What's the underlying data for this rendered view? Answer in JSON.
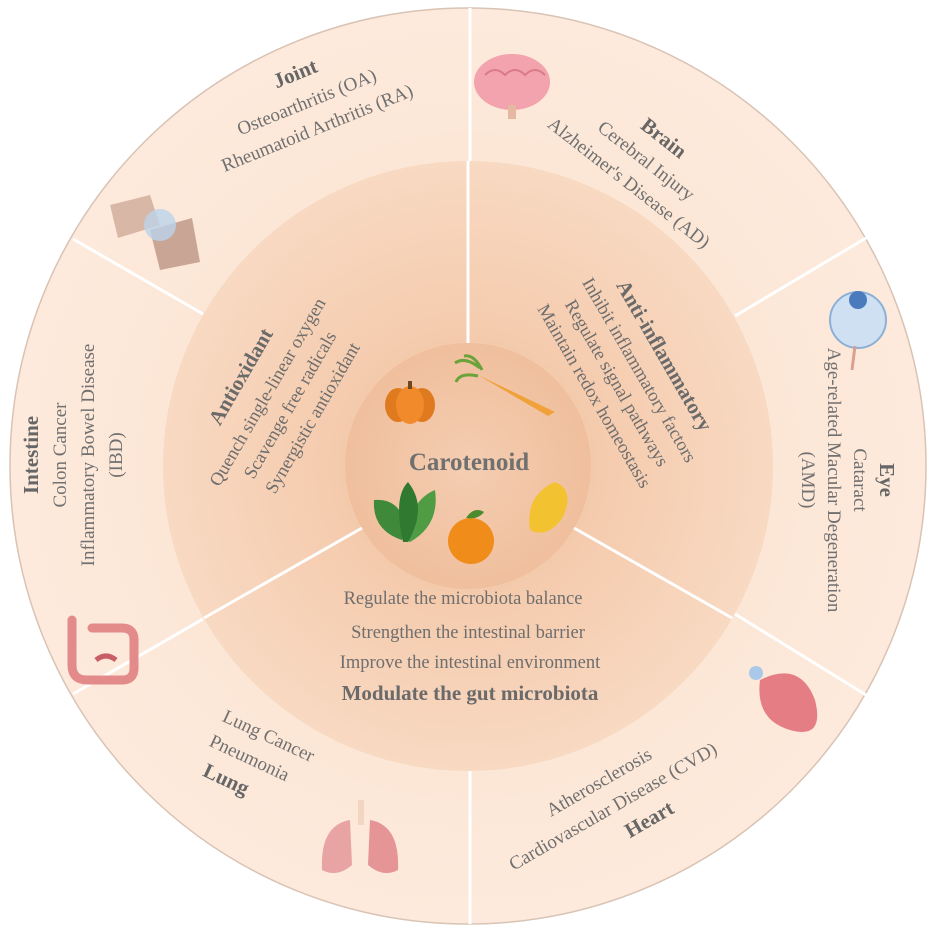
{
  "center": {
    "label": "Carotenoid"
  },
  "mechanisms": {
    "antioxidant": {
      "title": "Antioxidant",
      "items": [
        "Quench single-linear oxygen",
        "Scavenge free radicals",
        "Synergistic antioxidant"
      ]
    },
    "anti_inflammatory": {
      "title": "Anti-inflammatory",
      "items": [
        "Inhibit inflammatory factors",
        "Regulate signal pathways",
        "Maintain redox homeostasis"
      ]
    },
    "gut": {
      "title": "Modulate the gut microbiota",
      "items": [
        "Regulate the microbiota balance",
        "Strengthen the intestinal barrier",
        "Improve the intestinal environment"
      ]
    }
  },
  "organs": {
    "joint": {
      "title": "Joint",
      "items": [
        "Osteoarthritis (OA)",
        "Rheumatoid Arthritis (RA)"
      ]
    },
    "brain": {
      "title": "Brain",
      "items": [
        "Cerebral Injury",
        "Alzheimer's Disease (AD)"
      ]
    },
    "eye": {
      "title": "Eye",
      "items": [
        "Cataract",
        "Age-related Macular Degeneration",
        "(AMD)"
      ]
    },
    "heart": {
      "title": "Heart",
      "items": [
        "Atherosclerosis",
        "Cardiovascular Disease (CVD)"
      ]
    },
    "lung": {
      "title": "Lung",
      "items": [
        "Lung Cancer",
        "Pneumonia"
      ]
    },
    "intestine": {
      "title": "Intestine",
      "items": [
        "Colon Cancer",
        "Inflammatory Bowel Disease",
        "(IBD)"
      ]
    }
  },
  "colors": {
    "outer_ring": "#fbe4d3",
    "middle_ring": "#f6d0b4",
    "inner_circle": "#f3c4a5",
    "divider": "#ffffff",
    "text": "#6b6b6b"
  },
  "icons": [
    "pumpkin-icon",
    "carrot-icon",
    "spinach-icon",
    "orange-icon",
    "mango-icon",
    "knee-joint-icon",
    "brain-icon",
    "eyeball-icon",
    "heart-icon",
    "lungs-icon",
    "intestine-icon"
  ]
}
